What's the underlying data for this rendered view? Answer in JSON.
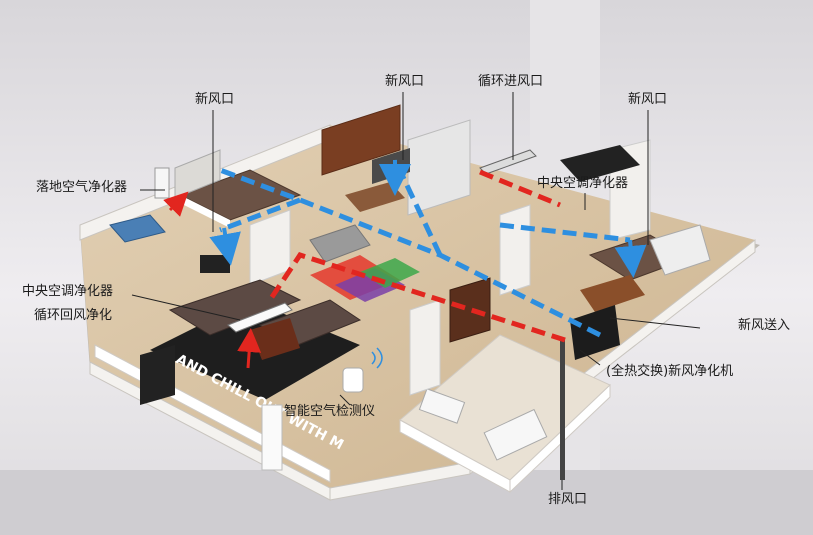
{
  "labels": {
    "fresh_air_inlet_left": "新风口",
    "fresh_air_inlet_center": "新风口",
    "fresh_air_inlet_right": "新风口",
    "circulation_inlet": "循环进风口",
    "floor_purifier": "落地空气净化器",
    "central_ac_purifier_right": "中央空调净化器",
    "central_ac_purifier_left": "中央空调净化器",
    "circulation_return": "循环回风净化",
    "fresh_air_supply": "新风送入",
    "erv_unit": "(全热交换)新风净化机",
    "smart_air_monitor": "智能空气检测仪",
    "exhaust_outlet": "排风口"
  },
  "rug_text": "AND CHILL OUT WITH M",
  "colors": {
    "fresh_air_flow": "#2e8fe0",
    "exhaust_flow": "#e2261f",
    "callout_line": "#222222",
    "wall": "#f4f2ef",
    "floor": "#d9c3a3",
    "background": "#e9e7ea"
  }
}
